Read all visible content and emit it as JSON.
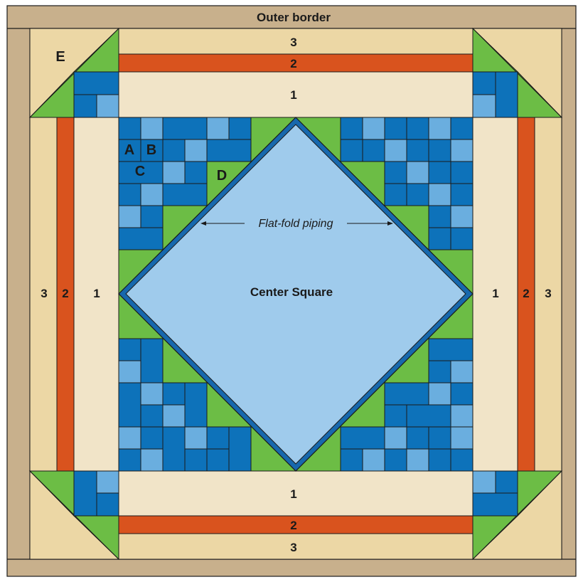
{
  "colors": {
    "outer_border": "#c8b08c",
    "border_3": "#ecd7a5",
    "border_2": "#d9531e",
    "border_1": "#f1e4c8",
    "corner_background": "#ecd7a5",
    "green": "#6cbd45",
    "dark_blue": "#0d72ba",
    "light_blue": "#6aaedf",
    "center_square": "#9fcbec",
    "piping": "#1768ad",
    "outline": "#1a1a1a"
  },
  "labels": {
    "outer_border": "Outer border",
    "center_square": "Center Square",
    "piping": "Flat-fold piping",
    "border_1": "1",
    "border_2": "2",
    "border_3": "3",
    "piece_a": "A",
    "piece_b": "B",
    "piece_c": "C",
    "piece_d": "D",
    "piece_e": "E"
  }
}
